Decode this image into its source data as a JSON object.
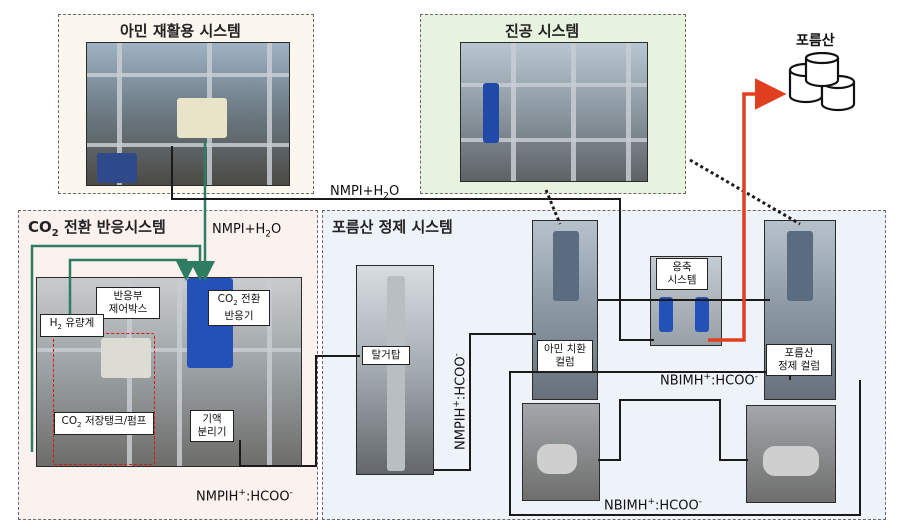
{
  "panels": {
    "amine": {
      "title": "아민 재활용 시스템"
    },
    "vacuum": {
      "title": "진공 시스템"
    },
    "co2": {
      "title_prefix": "CO",
      "title_sub": "2",
      "title_suffix": " 전환 반응시스템"
    },
    "formic": {
      "title": "포름산 정제 시스템"
    }
  },
  "product": {
    "label": "포름산",
    "icon": "database-cylinders-icon"
  },
  "labels": {
    "reactor_control": "반응부\n제어박스",
    "h2_flowmeter_prefix": "H",
    "h2_flowmeter_sub": "2",
    "h2_flowmeter_suffix": " 유량계",
    "co2_reactor_prefix": "CO",
    "co2_reactor_sub": "2",
    "co2_reactor_suffix": " 전환\n반응기",
    "co2_tank_prefix": "CO",
    "co2_tank_sub": "2",
    "co2_tank_suffix": " 저장탱크/펌프",
    "gas_liquid": "기액\n분리기",
    "stripper": "탈거탑",
    "amine_exchange": "아민 치환\n컬럼",
    "concentration": "응축\n시스템",
    "formic_column": "포름산\n정제 컬럼"
  },
  "flows": {
    "nmpi_h2o_top": {
      "a": "NMPI+H",
      "sub": "2",
      "b": "O"
    },
    "nmpi_h2o_left": {
      "a": "NMPI+H",
      "sub": "2",
      "b": "O"
    },
    "nmpih_hcoo_bottom": {
      "a": "NMPIH",
      "sup1": "+",
      "b": ":HCOO",
      "sup2": "-"
    },
    "nmpih_hcoo_vertical": {
      "a": "NMPIH",
      "sup1": "+",
      "b": ":HCOO",
      "sup2": "-"
    },
    "nbimh_hcoo_mid": {
      "a": "NBIMH",
      "sup1": "+",
      "b": ":HCOO",
      "sup2": "-"
    },
    "nbimh_hcoo_bottom": {
      "a": "NBIMH",
      "sup1": "+",
      "b": ":HCOO",
      "sup2": "-"
    }
  },
  "colors": {
    "green_line": "#2e7d62",
    "red_arrow": "#e0401e",
    "black_line": "#1a1a1a",
    "amine_panel_bg": "#fbf7ee",
    "vacuum_panel_bg": "#e8f3df",
    "co2_panel_bg": "#fbf1ef",
    "formic_panel_bg": "#eef3f9"
  }
}
